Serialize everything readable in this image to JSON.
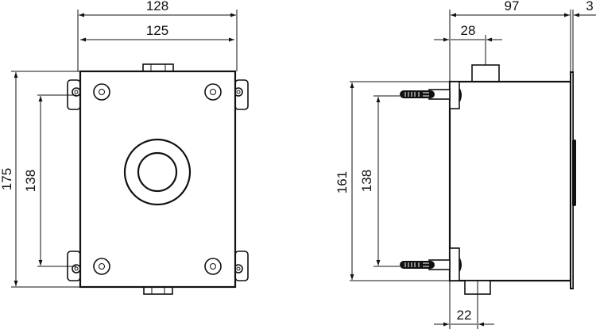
{
  "drawing": {
    "type": "technical-dimension-drawing",
    "front_view": {
      "dimensions": {
        "overall_width": "128",
        "body_width": "125",
        "overall_height": "175",
        "mount_hole_spacing": "138"
      }
    },
    "side_view": {
      "dimensions": {
        "depth": "97",
        "flange_thickness": "3",
        "top_connector_offset": "28",
        "height": "161",
        "mount_hole_spacing": "138",
        "bottom_connector_offset": "22"
      }
    },
    "colors": {
      "line": "#111111",
      "background": "#ffffff"
    }
  }
}
